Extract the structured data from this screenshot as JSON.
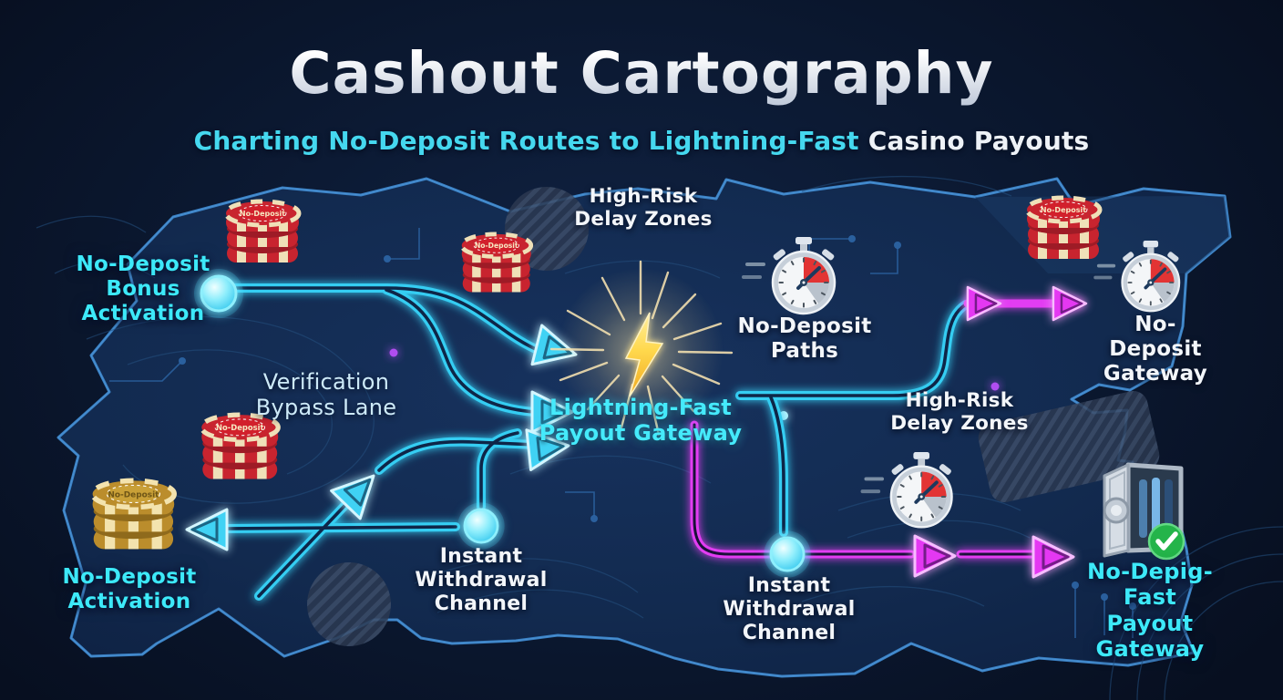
{
  "header": {
    "title": "Cashout Cartography",
    "subtitle_highlight": "Charting No-Deposit Routes to Lightning-Fast",
    "subtitle_rest": " Casino Payouts"
  },
  "labels": {
    "no_deposit_bonus_activation": "No-Deposit\nBonus\nActivation",
    "verification_bypass_lane": "Verification\nBypass Lane",
    "high_risk_delay_zones_top": "High-Risk\nDelay Zones",
    "no_deposit_paths": "No-Deposit\nPaths",
    "no_deposit_gateway": "No-Deposit\nGateway",
    "lightning_fast_payout_gateway": "Lightning-Fast\nPayout Gateway",
    "high_risk_delay_zones_right": "High-Risk\nDelay Zones",
    "instant_withdrawal_channel_left": "Instant\nWithdrawal\nChannel",
    "instant_withdrawal_channel_right": "Instant\nWithdrawal\nChannel",
    "no_deposit_activation": "No-Deposit\nActivation",
    "no_depig_fast_payout_gateway": "No-Depig-Fast\nPayout Gateway",
    "chip_face_text": "No-Deposit"
  },
  "icons": {
    "casino_chips_red": "stacked red casino chips",
    "casino_chips_gold": "stacked gold casino chips",
    "stopwatch": "stopwatch with red quarter dial",
    "lightning_bolt": "gold lightning bolt in starburst",
    "vault": "open bank vault door",
    "checkmark": "green check badge",
    "route_node": "glowing cyan junction node",
    "hatched_zone": "striped high-risk zone"
  },
  "colors": {
    "background": "#0b1830",
    "map_fill": "#16305a",
    "map_outline": "#3a80c4",
    "route_cyan": "#36cdf2",
    "route_magenta": "#e23df2",
    "accent_cyan": "#3de9f9",
    "text_white": "#f3f6fa",
    "chip_red": "#c8242f",
    "chip_gold": "#bb8d2c",
    "bolt_yellow": "#ffd94f",
    "check_green": "#24b44a"
  }
}
